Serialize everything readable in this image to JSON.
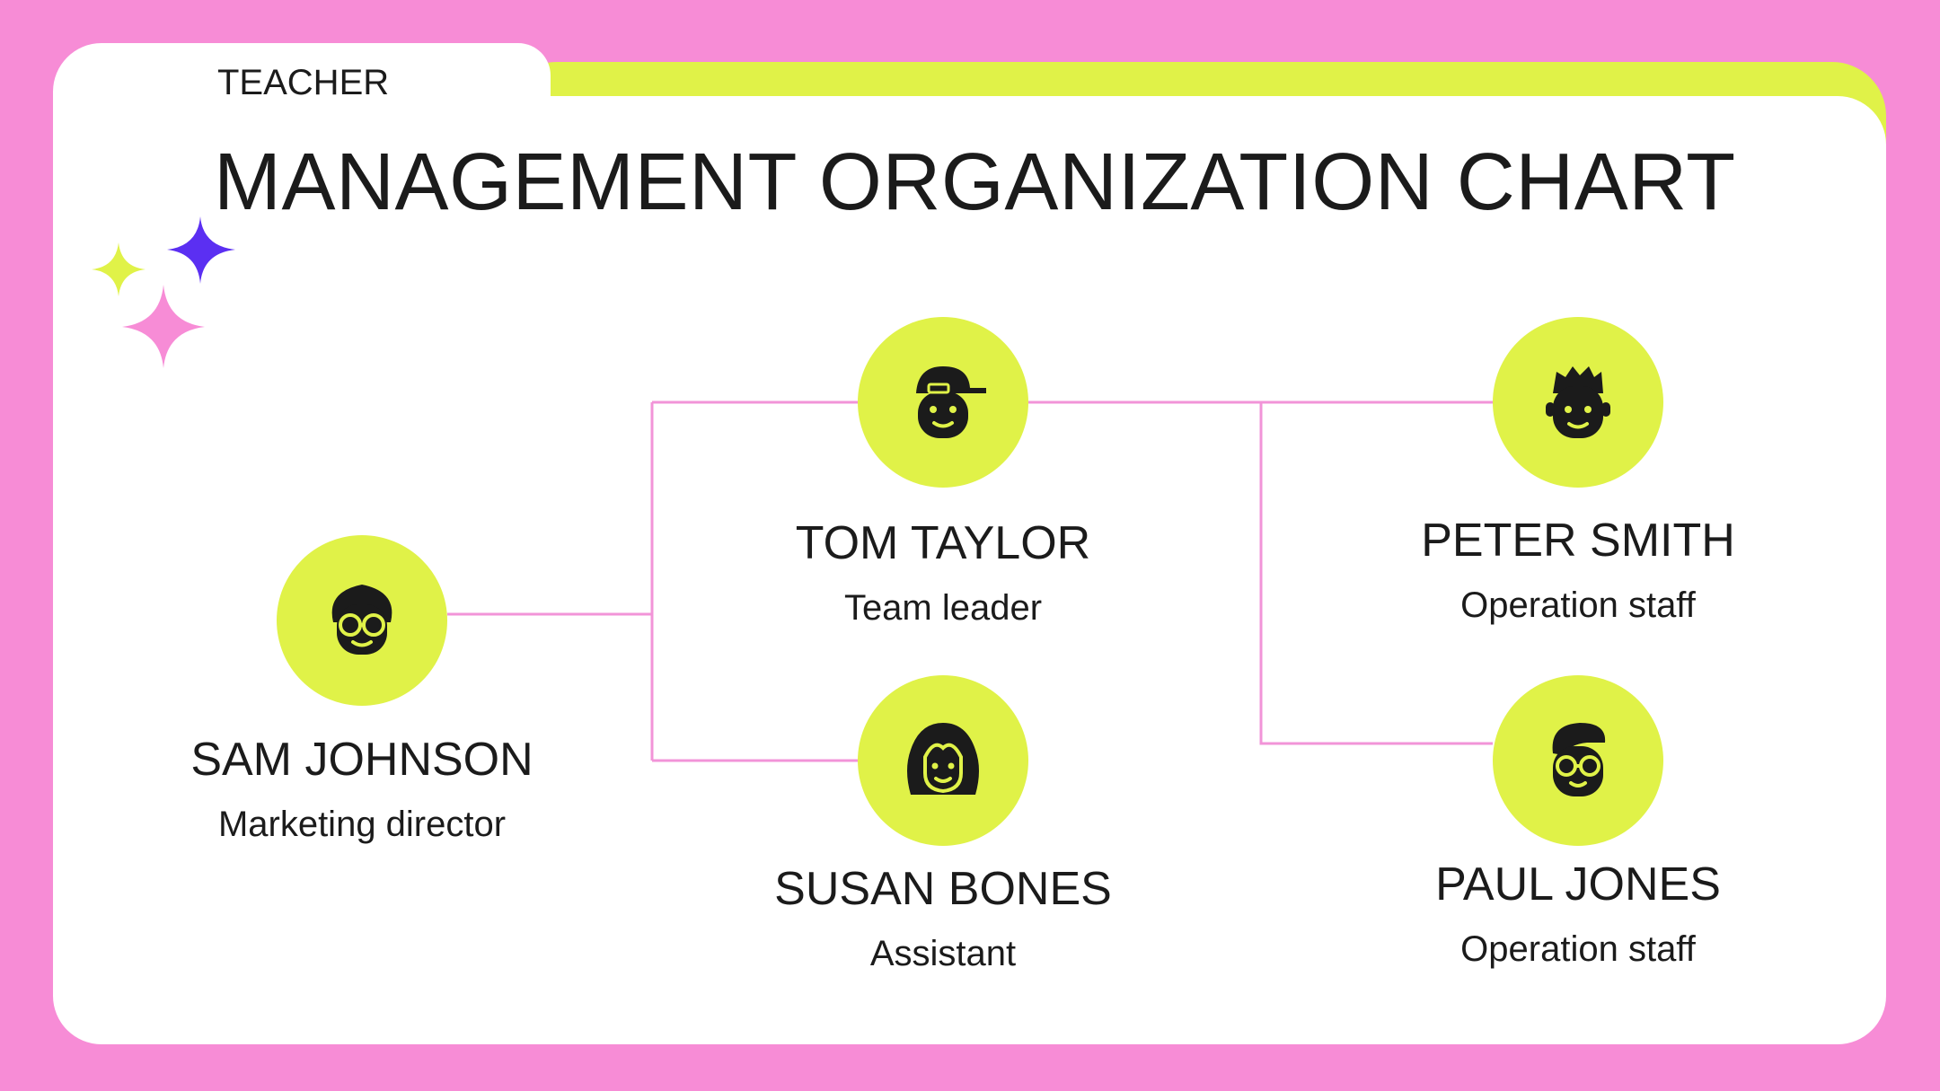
{
  "header": {
    "kicker": "TEACHER",
    "title": "MANAGEMENT ORGANIZATION CHART"
  },
  "colors": {
    "background": "#f78cd6",
    "accent_lime": "#e0f248",
    "connector": "#f294d8",
    "sparkle_purple": "#5b2ff2",
    "text": "#1b1b1b"
  },
  "nodes": [
    {
      "id": "sam",
      "name": "SAM JOHNSON",
      "role": "Marketing director",
      "icon": "man-glasses-icon"
    },
    {
      "id": "tom",
      "name": "TOM TAYLOR",
      "role": "Team leader",
      "icon": "man-cap-icon"
    },
    {
      "id": "susan",
      "name": "SUSAN BONES",
      "role": "Assistant",
      "icon": "woman-icon"
    },
    {
      "id": "peter",
      "name": "PETER SMITH",
      "role": "Operation staff",
      "icon": "man-spiky-hair-icon"
    },
    {
      "id": "paul",
      "name": "PAUL JONES",
      "role": "Operation staff",
      "icon": "man-quiff-glasses-icon"
    }
  ],
  "edges": [
    {
      "from": "sam",
      "to": "tom"
    },
    {
      "from": "sam",
      "to": "susan"
    },
    {
      "from": "tom",
      "to": "peter"
    },
    {
      "from": "tom",
      "to": "paul"
    }
  ]
}
